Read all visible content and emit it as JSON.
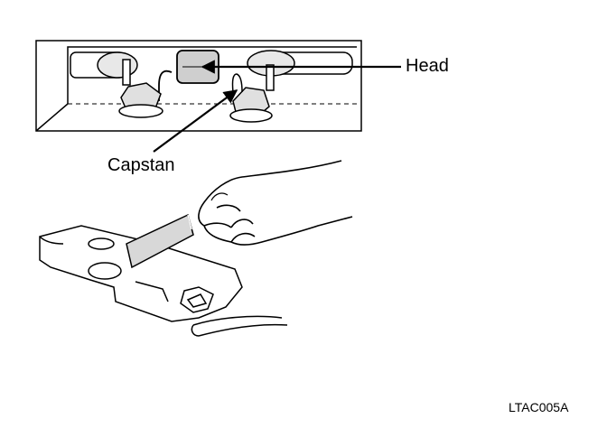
{
  "labels": {
    "head": "Head",
    "capstan": "Capstan",
    "figure_code": "LTAC005A"
  },
  "colors": {
    "ink": "#000000",
    "paper": "#ffffff",
    "shade": "#bdbdbd"
  }
}
